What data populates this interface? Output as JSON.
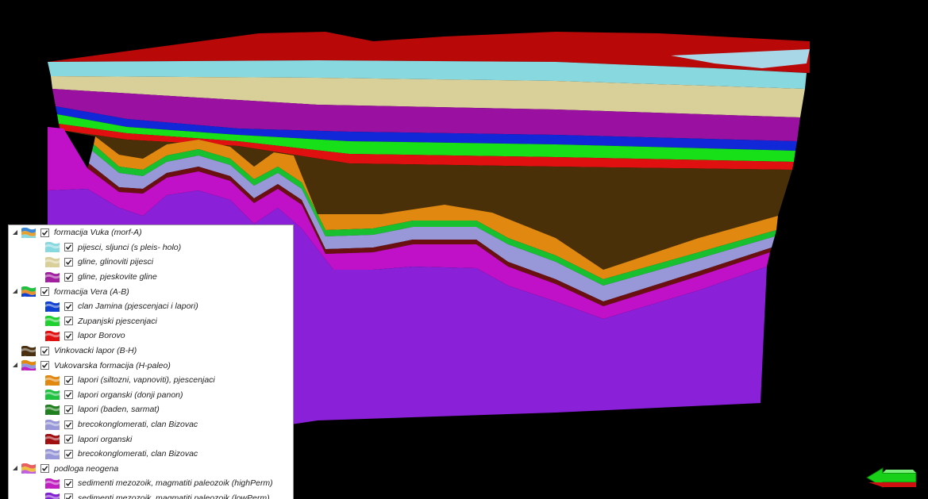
{
  "layers_panel": {
    "items": [
      {
        "label": "formacija Vuka (morf-A)",
        "level": 0,
        "expandable": true,
        "checked": true,
        "colors": [
          "#3a88d8",
          "#e8a030",
          "#88d8e0"
        ]
      },
      {
        "label": "pijesci, sljunci (s pleis- holo)",
        "level": 1,
        "checked": true,
        "colors": [
          "#88d8e0"
        ]
      },
      {
        "label": "gline, glinoviti pijesci",
        "level": 1,
        "checked": true,
        "colors": [
          "#d8d098"
        ]
      },
      {
        "label": "gline, pjeskovite gline",
        "level": 1,
        "checked": true,
        "colors": [
          "#a020a0"
        ]
      },
      {
        "label": "formacija Vera (A-B)",
        "level": 0,
        "expandable": true,
        "checked": true,
        "colors": [
          "#20c040",
          "#e89030",
          "#1040d0"
        ]
      },
      {
        "label": "clan Jamina (pjescenjaci i lapori)",
        "level": 1,
        "checked": true,
        "colors": [
          "#1040d0"
        ]
      },
      {
        "label": "Zupanjski pjescenjaci",
        "level": 1,
        "checked": true,
        "colors": [
          "#20d030"
        ]
      },
      {
        "label": "lapor Borovo",
        "level": 1,
        "checked": true,
        "colors": [
          "#e01010"
        ]
      },
      {
        "label": "Vinkovacki lapor (B-H)",
        "level": 0,
        "expandable": false,
        "checked": true,
        "colors": [
          "#4a3010"
        ]
      },
      {
        "label": "Vukovarska formacija (H-paleo)",
        "level": 0,
        "expandable": true,
        "checked": true,
        "colors": [
          "#e08810",
          "#9098e0",
          "#c020c0"
        ]
      },
      {
        "label": "lapori (siltozni, vapnoviti), pjescenjaci",
        "level": 1,
        "checked": true,
        "colors": [
          "#e08810"
        ]
      },
      {
        "label": "lapori organski (donji panon)",
        "level": 1,
        "checked": true,
        "colors": [
          "#20c040"
        ]
      },
      {
        "label": "lapori (baden, sarmat)",
        "level": 1,
        "checked": true,
        "colors": [
          "#208020"
        ]
      },
      {
        "label": "brecokonglomerati, clan Bizovac",
        "level": 1,
        "checked": true,
        "colors": [
          "#9898d8"
        ]
      },
      {
        "label": "lapori organski",
        "level": 1,
        "checked": true,
        "colors": [
          "#a01010"
        ]
      },
      {
        "label": "brecokonglomerati, clan Bizovac",
        "level": 1,
        "checked": true,
        "colors": [
          "#9898d8"
        ]
      },
      {
        "label": "podloga neogena",
        "level": 0,
        "expandable": true,
        "checked": true,
        "colors": [
          "#e86060",
          "#f0c040",
          "#c060e0"
        ]
      },
      {
        "label": "sedimenti mezozoik, magmatiti paleozoik (highPerm)",
        "level": 1,
        "checked": true,
        "colors": [
          "#c020c0"
        ]
      },
      {
        "label": "sedimenti mezozoik, magmatiti paleozoik (lowPerm)",
        "level": 1,
        "checked": true,
        "colors": [
          "#8020d0"
        ]
      }
    ]
  },
  "scene": {
    "background": "#000000",
    "layer_colors": {
      "top_red": "#b80808",
      "cyan": "#88d8e0",
      "khaki": "#d8d098",
      "purple_clay": "#9a10a0",
      "blue": "#1028d8",
      "green": "#18e018",
      "red": "#e01010",
      "brown": "#4a3008",
      "orange": "#e08810",
      "magenta": "#c010c8",
      "lavender": "#9898d8",
      "violet_basement": "#8a20d8"
    }
  }
}
